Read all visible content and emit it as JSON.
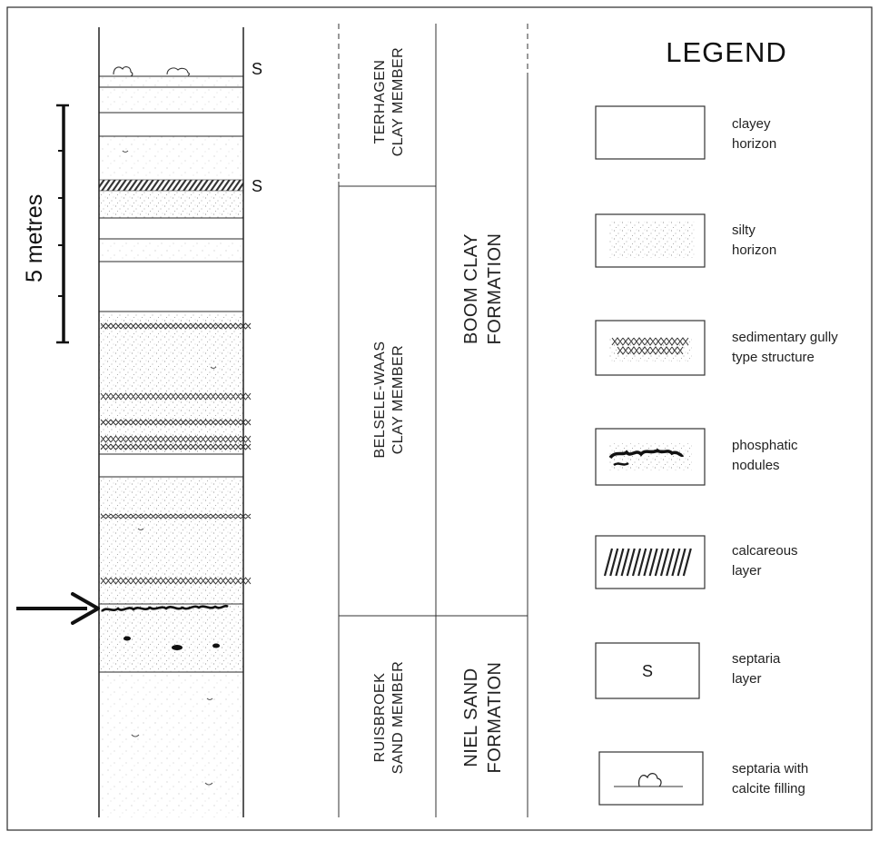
{
  "legend": {
    "title": "LEGEND",
    "items": [
      {
        "key": "clayey",
        "line1": "clayey",
        "line2": "horizon",
        "symbol": "clayey-horizon-icon"
      },
      {
        "key": "silty",
        "line1": "silty",
        "line2": "horizon",
        "symbol": "silty-horizon-icon"
      },
      {
        "key": "gully",
        "line1": "sedimentary gully",
        "line2": "type structure",
        "symbol": "gully-structure-icon"
      },
      {
        "key": "phosphatic",
        "line1": "phosphatic",
        "line2": "nodules",
        "symbol": "phosphatic-nodules-icon"
      },
      {
        "key": "calcareous",
        "line1": "calcareous",
        "line2": "layer",
        "symbol": "calcareous-layer-icon"
      },
      {
        "key": "septaria",
        "line1": "septaria",
        "line2": "layer",
        "symbol_text": "S",
        "symbol": "septaria-layer-icon"
      },
      {
        "key": "septaria_calcite",
        "line1": "septaria with",
        "line2": "calcite filling",
        "symbol": "septaria-calcite-icon"
      }
    ]
  },
  "scale": {
    "label": "5 metres"
  },
  "column": {
    "septaria_marks": [
      "S",
      "S"
    ]
  },
  "members": [
    {
      "key": "terhagen",
      "line1": "TERHAGEN",
      "line2": "CLAY MEMBER"
    },
    {
      "key": "belsele",
      "line1": "BELSELE-WAAS",
      "line2": "CLAY MEMBER"
    },
    {
      "key": "ruisbroek",
      "line1": "RUISBROEK",
      "line2": "SAND MEMBER"
    }
  ],
  "formations": [
    {
      "key": "boom",
      "line1": "BOOM CLAY",
      "line2": "FORMATION"
    },
    {
      "key": "niel",
      "line1": "NIEL SAND",
      "line2": "FORMATION"
    }
  ],
  "colors": {
    "ink": "#222222",
    "paper": "#ffffff",
    "stipple": "#6a6a6a"
  }
}
